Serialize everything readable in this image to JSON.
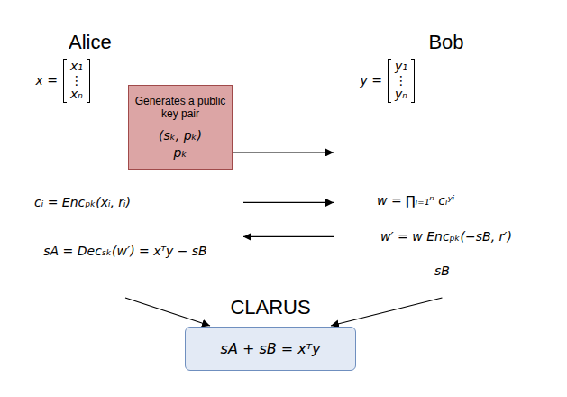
{
  "diagram": {
    "nodes": [
      {
        "text": [
          "Alice",
          "x =",
          "x₁",
          "⋮",
          "xₙ",
          "cᵢ = Encₚₖ(xᵢ, rᵢ)",
          "sA = Decₛₖ(w′) = xᵀy − sB"
        ]
      },
      {
        "text": [
          "Generates a public key pair",
          "(sₖ, pₖ)",
          "pₖ"
        ],
        "in": 0
      },
      {
        "text": [
          "Bob",
          "y =",
          "y₁",
          "⋮",
          "yₙ",
          "w = ∏ᵢ₌₁ⁿ cᵢʸⁱ",
          "w′ = w Encₚₖ(−sB, r′)",
          "sB"
        ]
      },
      {
        "text": [
          "CLARUS",
          "sA + sB = xᵀy"
        ]
      }
    ],
    "edges": [
      {
        "from": 1,
        "to": 2,
        "arrow": "to"
      },
      {
        "from": 0,
        "to": 2,
        "arrow": "to"
      },
      {
        "from": 2,
        "to": 0,
        "arrow": "to"
      },
      {
        "from": 0,
        "to": 3,
        "arrow": "to"
      },
      {
        "from": 2,
        "to": 3,
        "arrow": "to"
      }
    ]
  }
}
